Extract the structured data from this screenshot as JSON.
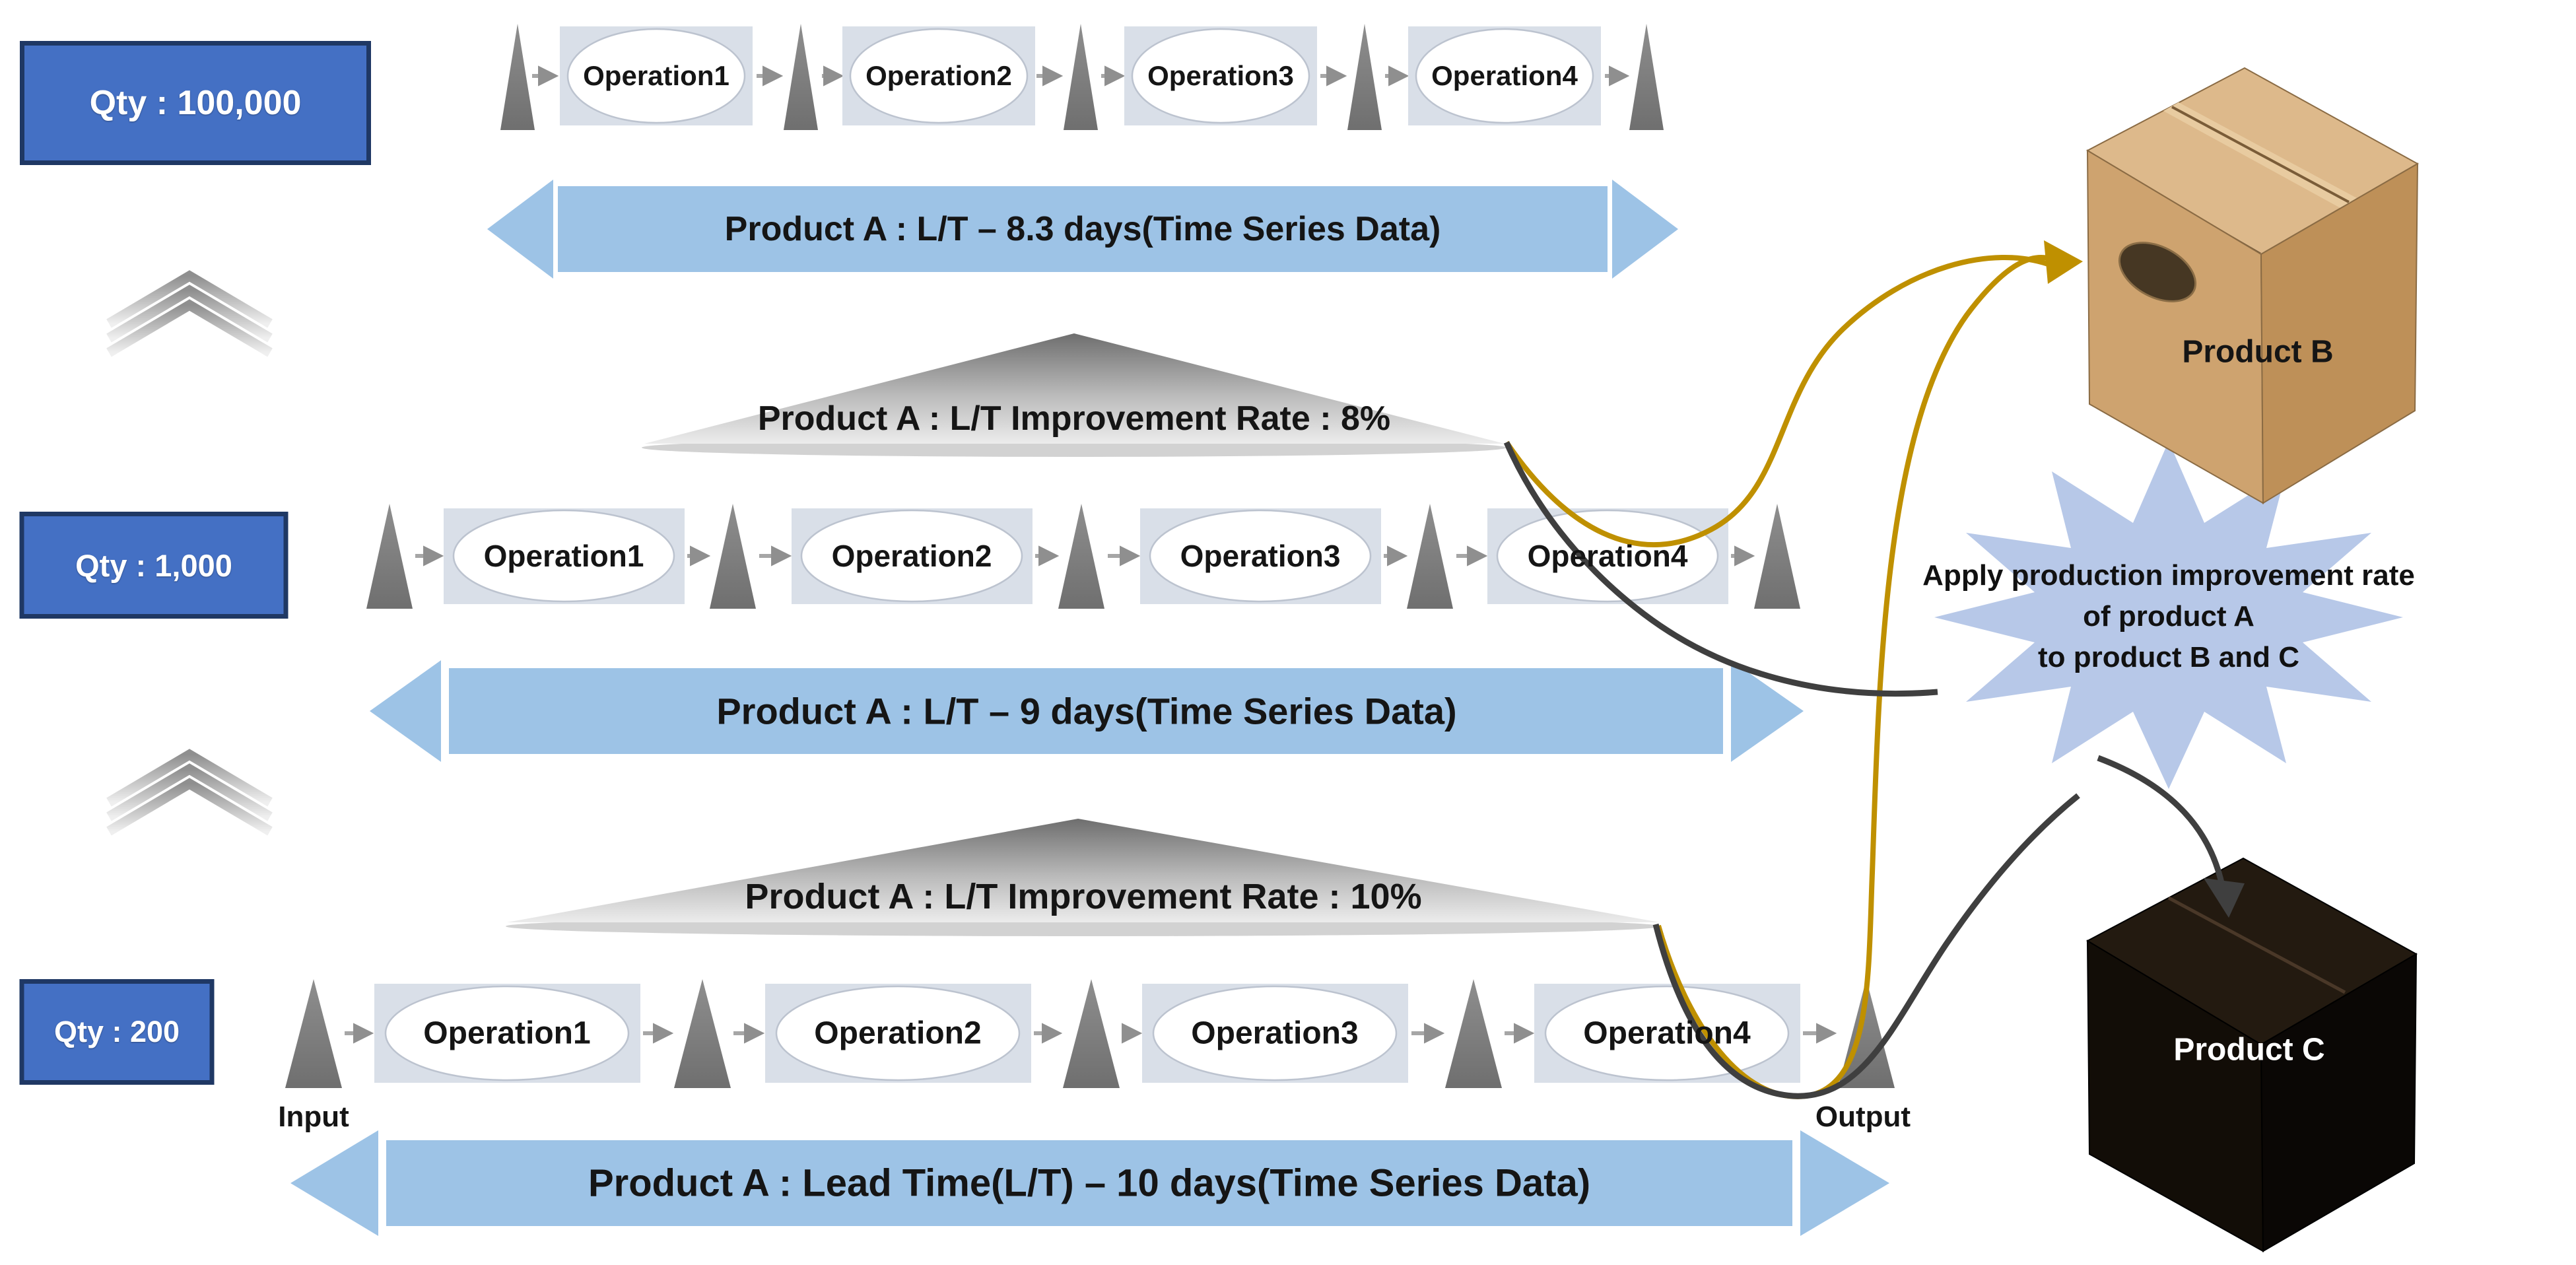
{
  "rows": [
    {
      "qty": "Qty : 100,000",
      "operations": [
        "Operation1",
        "Operation2",
        "Operation3",
        "Operation4"
      ],
      "banner": "Product A : L/T – 8.3 days(Time Series Data)"
    },
    {
      "qty": "Qty : 1,000",
      "operations": [
        "Operation1",
        "Operation2",
        "Operation3",
        "Operation4"
      ],
      "banner": "Product A : L/T – 9 days(Time Series Data)"
    },
    {
      "qty": "Qty : 200",
      "operations": [
        "Operation1",
        "Operation2",
        "Operation3",
        "Operation4"
      ],
      "banner": "Product A : Lead Time(L/T) – 10 days(Time Series Data)",
      "input_label": "Input",
      "output_label": "Output"
    }
  ],
  "improvement_triangles": [
    {
      "label": "Product A : L/T Improvement Rate : 8%"
    },
    {
      "label": "Product A : L/T Improvement Rate : 10%"
    }
  ],
  "starburst": {
    "lines": [
      "Apply production improvement rate",
      "of product A",
      "to product B and C"
    ]
  },
  "products": {
    "b_label": "Product B",
    "c_label": "Product C"
  },
  "colors": {
    "qty_box": "#4470C4",
    "qty_border": "#1F3864",
    "banner": "#9DC3E6",
    "operation_box": "#D9DFE8",
    "inventory_triangle": "#7F7F7F",
    "improvement_triangle_top": "#6E6E6E",
    "improvement_triangle_bottom": "#ECECEC",
    "starburst": "#B7C8E8",
    "gold_arrow": "#BF9000",
    "dark_arrow": "#3F3F3F"
  }
}
